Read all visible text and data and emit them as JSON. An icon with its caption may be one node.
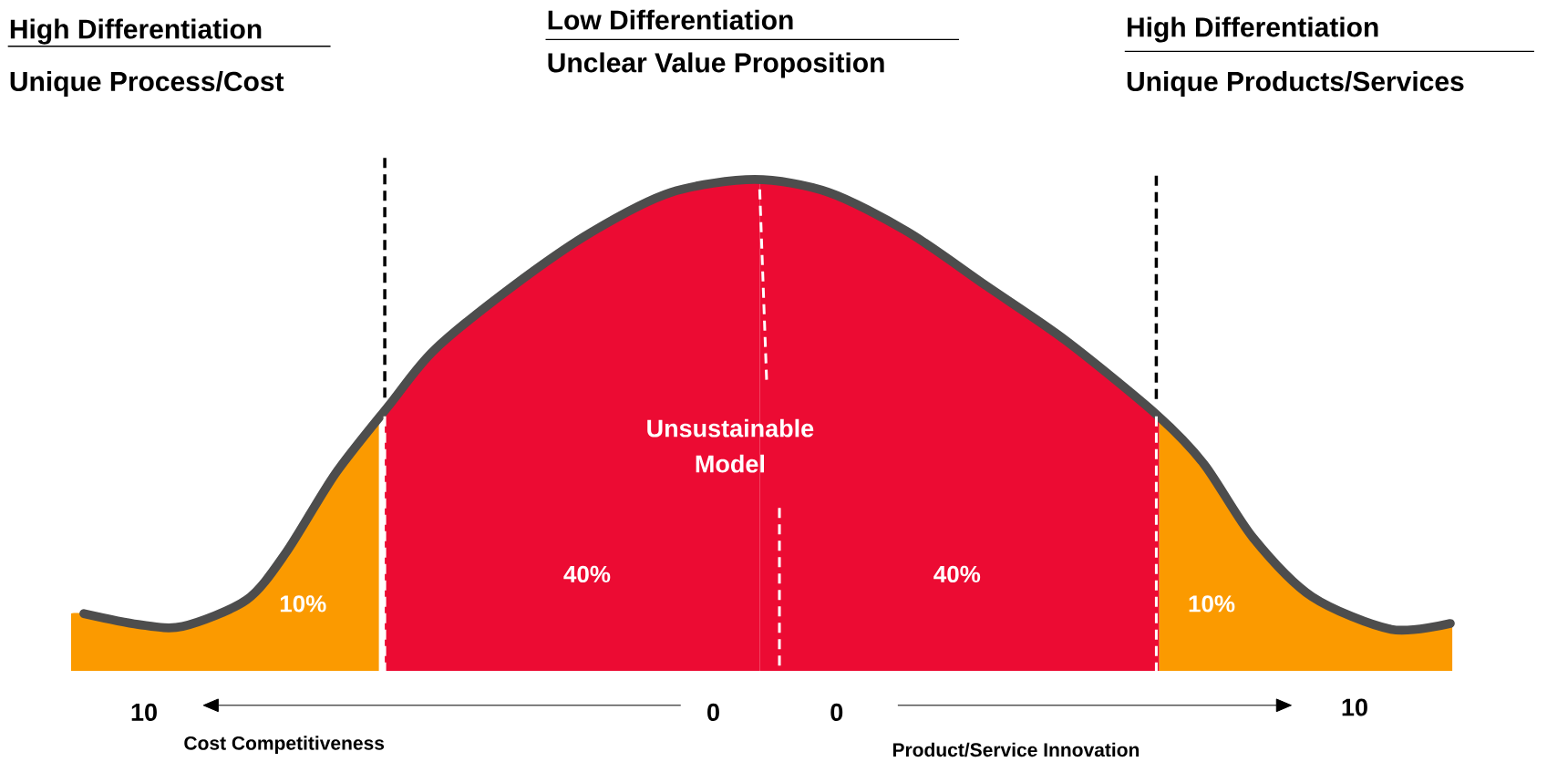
{
  "diagram": {
    "nodes": [
      {
        "text": [
          "10%"
        ]
      },
      {
        "text": [
          "40%"
        ]
      },
      {
        "text": [
          "40%"
        ]
      },
      {
        "text": [
          "10%"
        ]
      }
    ],
    "labels": [
      "High Differentiation",
      "Unique Process/Cost",
      "Low Differentiation",
      "Unclear Value Proposition",
      "High Differentiation",
      "Unique Products/Services",
      "Unsustainable Model",
      "10",
      "0",
      "0",
      "10",
      "Cost Competitiveness",
      "Product/Service Innovation"
    ]
  }
}
